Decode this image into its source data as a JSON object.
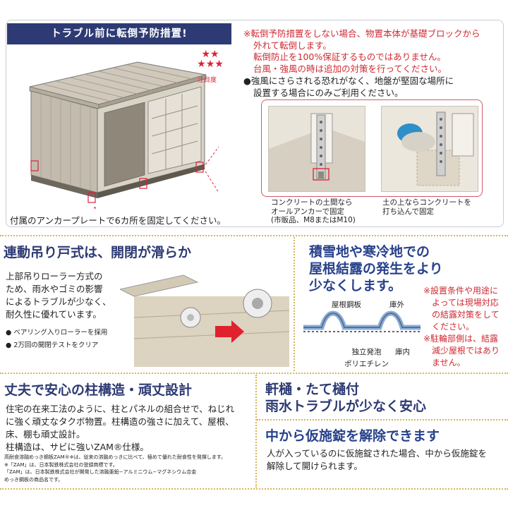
{
  "top": {
    "banner": "トラブル前に転倒予防措置!",
    "stars_label": "注目度",
    "warning_lines": [
      "※転倒予防措置をしない場合、物置本体が基礎ブロックから",
      "外れて転倒します。",
      "転倒防止を100%保証するものではありません。",
      "台風・強風の時は追加の対策を行ってください。"
    ],
    "notice_lines": [
      "●強風にさらされる恐れがなく、地盤が堅固な場所に",
      "設置する場合にのみご利用ください。"
    ],
    "caption_left_lines": [
      "コンクリートの土間なら",
      "オールアンカーで固定",
      "(市販品、M8またはM10)"
    ],
    "caption_right_lines": [
      "土の上ならコンクリートを",
      "打ち込んで固定"
    ],
    "anchor_caption": "付属のアンカープレートで6カ所を固定してください。"
  },
  "door": {
    "title": "連動吊り戸式は、開閉が滑らか",
    "body_lines": [
      "上部吊りローラー方式の",
      "ため、雨水やゴミの影響",
      "によるトラブルが少なく、",
      "耐久性に優れています。"
    ],
    "bullets": [
      "ベアリング入りローラーを採用",
      "2万回の開閉テストをクリア"
    ]
  },
  "snow": {
    "title_lines": [
      "積雪地や寒冷地での",
      "屋根結露の発生をより",
      "少なくします。"
    ],
    "labels": {
      "roof": "屋根鋼板",
      "outside": "庫外",
      "foam_line1": "独立発泡",
      "foam_line2": "ポリエチレン",
      "inside": "庫内"
    },
    "notes": [
      "※設置条件や用途に",
      "よっては現場対応",
      "の結露対策をして",
      "ください。",
      "※駐輪部側は、結露",
      "減少屋根ではあり",
      "ません。"
    ]
  },
  "pillar": {
    "title": "丈夫で安心の柱構造・頑丈設計",
    "body_lines": [
      "住宅の在来工法のように、柱とパネルの組合せで、ねじれ",
      "に強く頑丈なタクボ物置。柱構造の強さに加えて、屋根、",
      "床、棚も頑丈設計。",
      "柱構造は、サビに強いZAM®仕様。"
    ],
    "small_lines": [
      "高耐食溶融めっき鋼板ZAM®※は、従来の溶融めっきに比べて、極めて優れた耐食性を発揮します。",
      "※「ZAM」は、日本製鉄株式会社の登録商標です。",
      "「ZAM」は、日本製鉄株式会社が開発した溶融亜鉛−アルミニウム−マグネシウム合金",
      "めっき鋼板の商品名です。"
    ]
  },
  "gutter": {
    "title_lines": [
      "軒樋・たて樋付",
      "雨水トラブルが少なく安心"
    ]
  },
  "lock": {
    "title": "中から仮施錠を解除できます",
    "body_lines": [
      "人が入っているのに仮施錠された場合、中から仮施錠を",
      "解除して開けられます。"
    ]
  },
  "colors": {
    "navy": "#2d3a73",
    "red": "#cf2a32",
    "gold_dots": "#d7b55a"
  }
}
